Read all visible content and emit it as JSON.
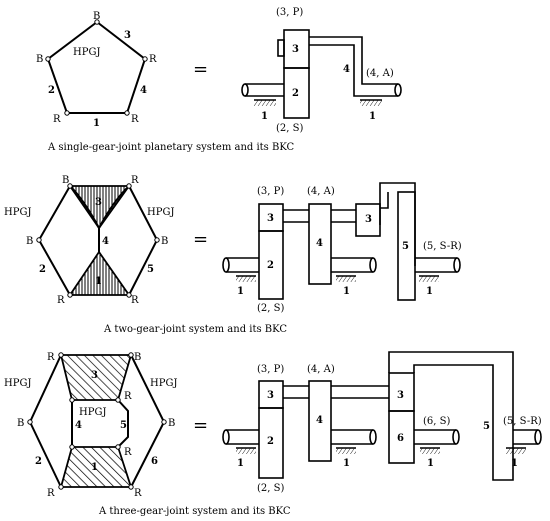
{
  "equals": "=",
  "panel1": {
    "caption": "A single-gear-joint planetary system and its BKC",
    "graph": {
      "center": "HPGJ",
      "vertex_top": "B",
      "vertex_left": "B",
      "vertex_right": "R",
      "vertex_bottom_left": "R",
      "vertex_bottom_right": "R",
      "edge_top_right": "3",
      "edge_left": "2",
      "edge_right": "4",
      "edge_bottom": "1"
    },
    "bkc": {
      "top_label": "(3, P)",
      "bottom_label": "(2, S)",
      "right_label": "(4, A)",
      "link_3": "3",
      "link_2": "2",
      "link_4": "4",
      "ground_left": "1",
      "ground_right": "1"
    }
  },
  "panel2": {
    "caption": "A two-gear-joint system and its BKC",
    "graph": {
      "left_hpgj": "HPGJ",
      "right_hpgj": "HPGJ",
      "top_left": "B",
      "top_right": "R",
      "mid_left": "B",
      "mid_right": "B",
      "bottom_left": "R",
      "bottom_right": "R",
      "link_3": "3",
      "link_4": "4",
      "link_1": "1",
      "link_2": "2",
      "link_5": "5"
    },
    "bkc": {
      "label_3p": "(3, P)",
      "label_4a": "(4, A)",
      "label_2s": "(2, S)",
      "label_5sr": "(5, S-R)",
      "link_3a": "3",
      "link_3b": "3",
      "link_2": "2",
      "link_4": "4",
      "link_5": "5",
      "ground_1": "1",
      "ground_2": "1",
      "ground_3": "1"
    }
  },
  "panel3": {
    "caption": "A three-gear-joint system and its BKC",
    "graph": {
      "left_hpgj": "HPGJ",
      "right_hpgj": "HPGJ",
      "center_hpgj": "HPGJ",
      "top_left": "R",
      "top_right": "B",
      "mid_left": "B",
      "mid_right": "B",
      "bottom_left": "R",
      "bottom_right": "R",
      "inner_top_right": "R",
      "inner_bottom_right": "R",
      "link_3": "3",
      "link_4": "4",
      "link_5": "5",
      "link_1": "1",
      "link_2": "2",
      "link_6": "6"
    },
    "bkc": {
      "label_3p": "(3, P)",
      "label_4a": "(4, A)",
      "label_2s": "(2, S)",
      "label_6s": "(6, S)",
      "label_5sr": "(5, S-R)",
      "link_3a": "3",
      "link_3b": "3",
      "link_2": "2",
      "link_4": "4",
      "link_6": "6",
      "link_5": "5",
      "ground_1": "1",
      "ground_2": "1",
      "ground_3": "1",
      "ground_4": "1"
    }
  }
}
